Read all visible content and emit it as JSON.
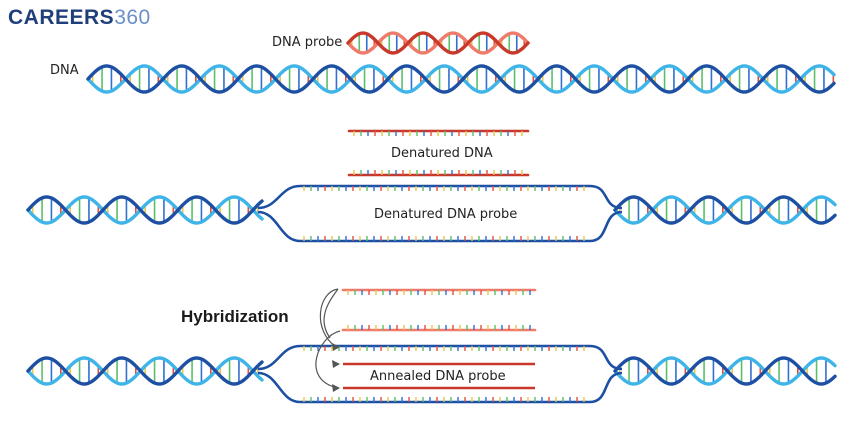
{
  "logo": {
    "brand": "CAREERS",
    "number": "360"
  },
  "labels": {
    "dna_probe": "DNA probe",
    "dna": "DNA",
    "denatured_dna": "Denatured DNA",
    "denatured_dna_probe": "Denatured DNA probe",
    "hybridization": "Hybridization",
    "annealed_dna_probe": "Annealed DNA probe"
  },
  "colors": {
    "dna_light": "#3fb4e8",
    "dna_dark": "#1d4fa3",
    "probe_light": "#ef7b6b",
    "probe_dark": "#c8382b",
    "base_yellow": "#e6c84a",
    "base_green": "#5bbf6a",
    "base_blue": "#2f6fd0",
    "base_red": "#e05040"
  }
}
